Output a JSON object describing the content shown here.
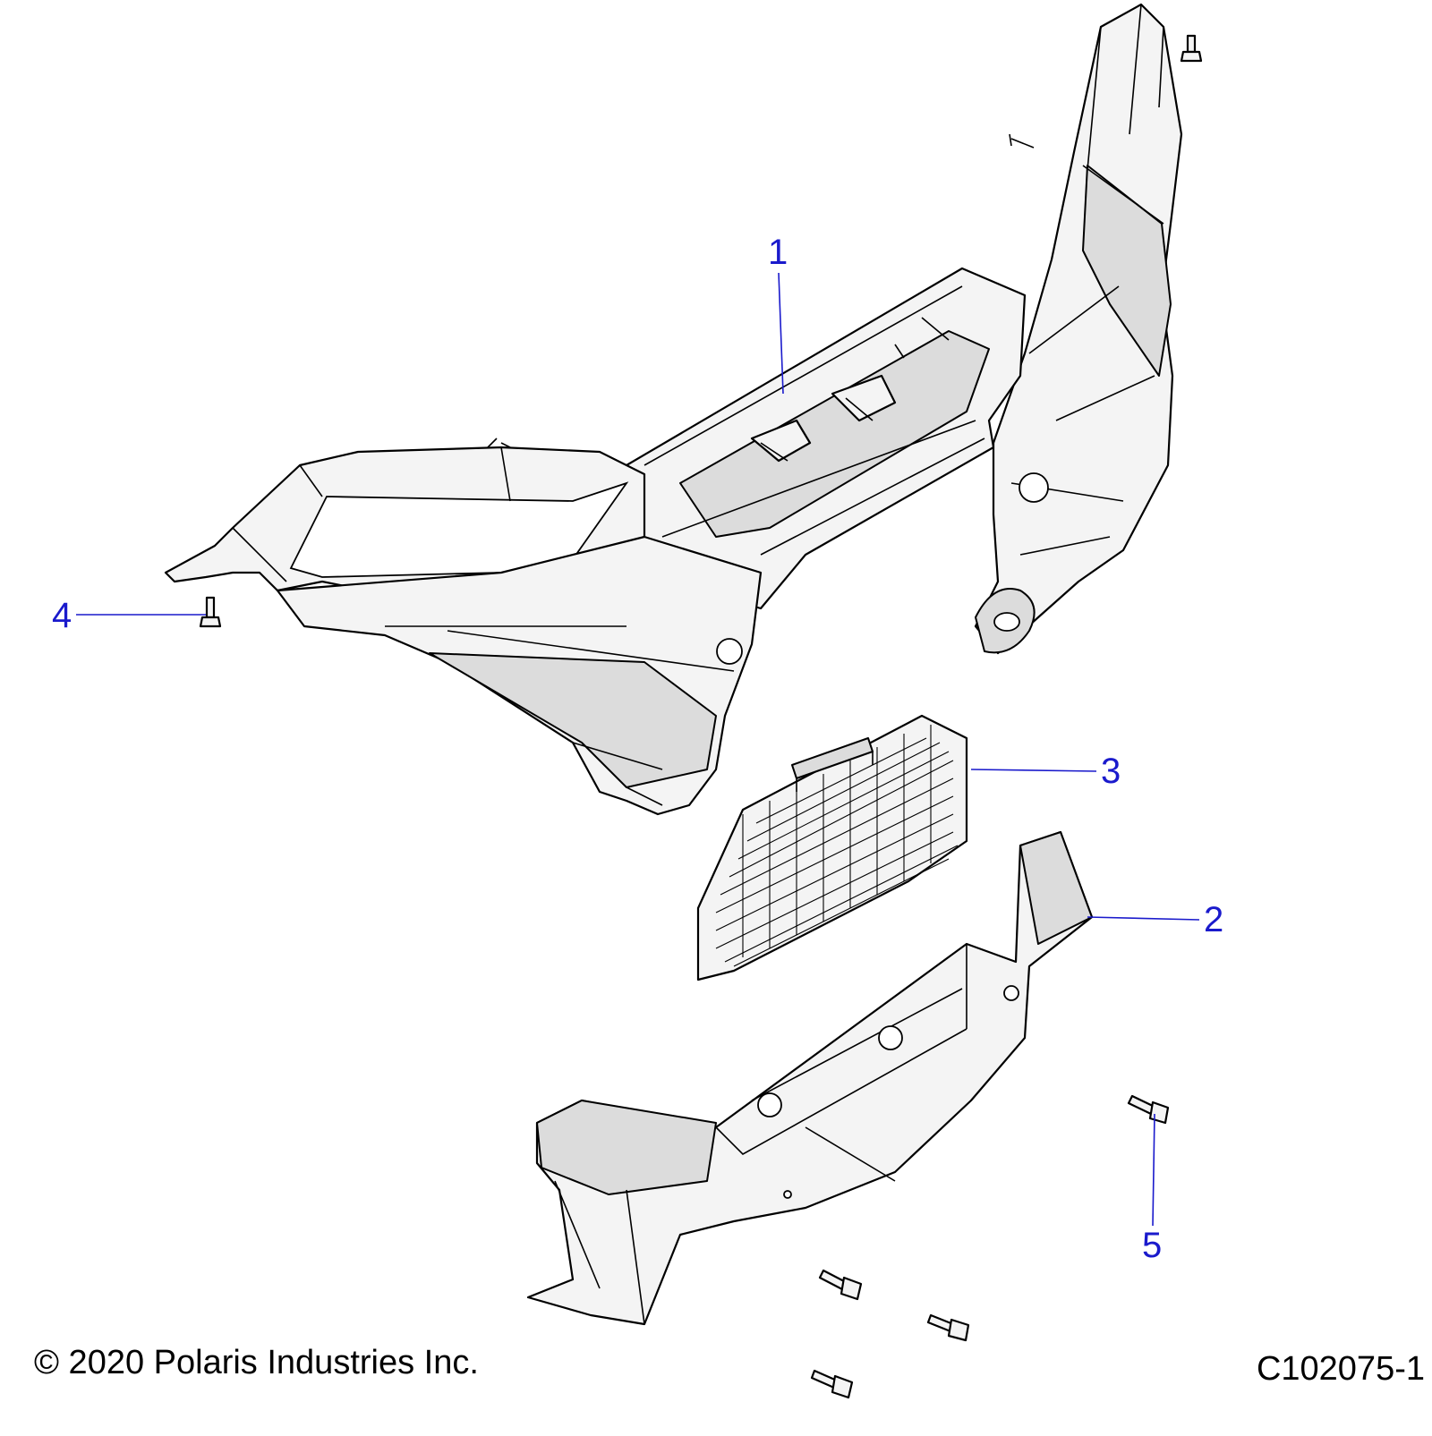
{
  "callouts": [
    {
      "label": "1"
    },
    {
      "label": "2"
    },
    {
      "label": "3"
    },
    {
      "label": "4"
    },
    {
      "label": "5"
    }
  ],
  "footer": {
    "copyright": "© 2020 Polaris Industries Inc.",
    "figure_id": "C102075-1"
  },
  "colors": {
    "callout": "#1a1acc",
    "line": "#000000",
    "part_fill": "#f4f4f4",
    "shade_fill": "#dcdcdc"
  }
}
